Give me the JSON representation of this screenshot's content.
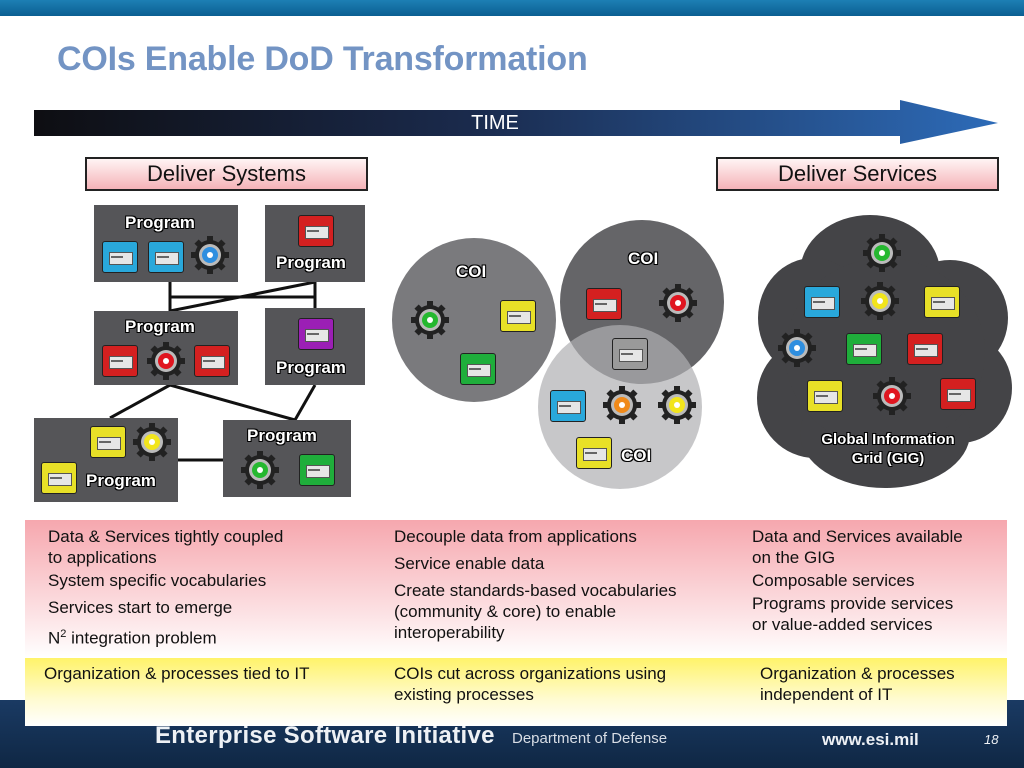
{
  "slide": {
    "title": "COIs Enable DoD Transformation",
    "time_label": "TIME",
    "phases": {
      "left": "Deliver Systems",
      "right": "Deliver Services"
    }
  },
  "programs": [
    {
      "label": "Program"
    },
    {
      "label": "Program"
    },
    {
      "label": "Program"
    },
    {
      "label": "Program"
    },
    {
      "label": "Program"
    },
    {
      "label": "Program"
    }
  ],
  "cois": [
    {
      "label": "COI"
    },
    {
      "label": "COI"
    },
    {
      "label": "COI"
    }
  ],
  "gig": {
    "line1": "Global Information",
    "line2": "Grid (GIG)"
  },
  "columns": {
    "left": {
      "bullets": [
        {
          "text": "Data & Services tightly coupled",
          "text2": "to applications"
        },
        {
          "text": "System specific vocabularies"
        },
        {
          "text": "Services start to emerge"
        }
      ],
      "n2": {
        "base": "N",
        "sup": "2",
        "rest": " integration problem"
      },
      "org": "Organization & processes tied to IT"
    },
    "middle": {
      "bullets": [
        {
          "text": "Decouple data from applications"
        },
        {
          "text": "Service enable data"
        },
        {
          "text": "Create standards-based vocabularies",
          "text2": "(community & core) to enable",
          "text3": "interoperability"
        }
      ],
      "org_line1": "COIs cut across organizations using",
      "org_line2": "existing processes"
    },
    "right": {
      "bullets": [
        {
          "text": "Data and Services available",
          "text2": "on the GIG"
        },
        {
          "text": "Composable services"
        },
        {
          "text": "Programs provide services",
          "text2": "or value-added services"
        }
      ],
      "org_line1": "Organization & processes",
      "org_line2": "independent of IT"
    }
  },
  "footer": {
    "brand": "Enterprise Software Initiative",
    "dept": "Department of Defense",
    "url": "www.esi.mil",
    "page": "18"
  },
  "colors": {
    "title": "#7394c4",
    "server_blue": "#29a8db",
    "server_red": "#d42020",
    "server_purple": "#9b1fb5",
    "server_yellow": "#e8e027",
    "server_green": "#1fae3b",
    "server_gray": "#9a9a9a",
    "gear_blue": "#2f8fe0",
    "gear_red": "#e0151f",
    "gear_yellow": "#f2e51c",
    "gear_green": "#25b830",
    "gear_orange": "#f08a1a"
  }
}
